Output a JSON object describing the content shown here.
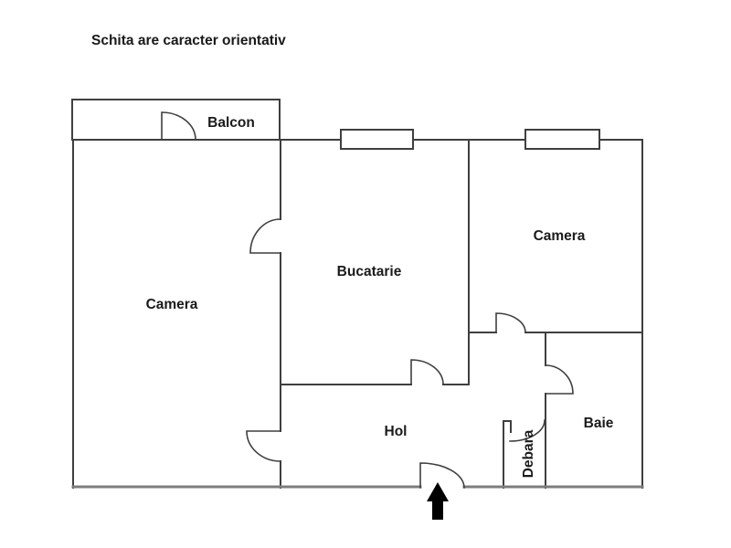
{
  "title": "Schita are caracter orientativ",
  "colors": {
    "background": "#ffffff",
    "wall": "#3f3f3f",
    "outer_bottom_wall": "#7d7d7d",
    "text": "#1a1a1a",
    "arrow": "#000000"
  },
  "rooms": {
    "balcony": {
      "label": "Balcon"
    },
    "camera_left": {
      "label": "Camera"
    },
    "kitchen": {
      "label": "Bucatarie"
    },
    "camera_right": {
      "label": "Camera"
    },
    "hall": {
      "label": "Hol"
    },
    "bathroom": {
      "label": "Baie"
    },
    "storage": {
      "label": "Debara"
    }
  },
  "features": {
    "windows": [
      "kitchen-window",
      "camera-right-window"
    ],
    "doors": [
      "balcony-door",
      "camera-left-kitchen-door",
      "camera-left-hall-door",
      "kitchen-hall-door",
      "camera-right-hall-door",
      "bathroom-door",
      "storage-door",
      "entrance-door"
    ],
    "entrance_arrow": "up-arrow"
  }
}
